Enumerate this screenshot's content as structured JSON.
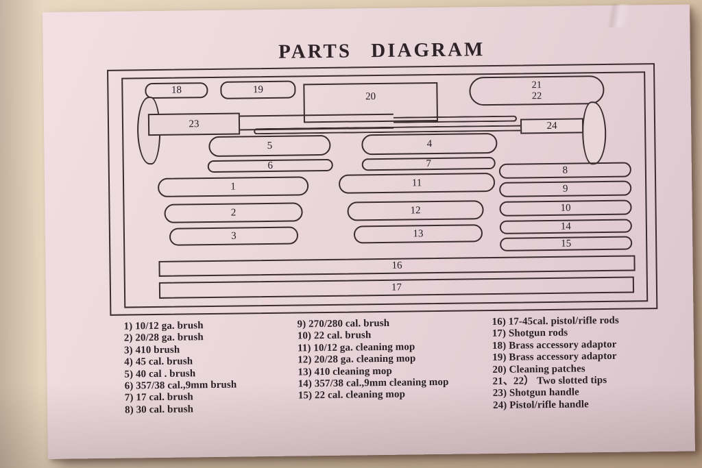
{
  "title": "PARTS  DIAGRAM",
  "diagram": {
    "labels": {
      "1": "1",
      "2": "2",
      "3": "3",
      "4": "4",
      "5": "5",
      "6": "6",
      "7": "7",
      "8": "8",
      "9": "9",
      "10": "10",
      "11": "11",
      "12": "12",
      "13": "13",
      "14": "14",
      "15": "15",
      "16": "16",
      "17": "17",
      "18": "18",
      "19": "19",
      "20": "20",
      "21": "21",
      "22": "22",
      "23": "23",
      "24": "24"
    }
  },
  "legend": {
    "columns": [
      {
        "items": [
          "1) 10/12 ga. brush",
          "2) 20/28 ga. brush",
          "3) 410  brush",
          "4) 45 cal. brush",
          "5) 40 cal . brush",
          "6) 357/38 cal.,9mm brush",
          "7) 17 cal. brush",
          "8) 30 cal. brush"
        ]
      },
      {
        "items": [
          "9) 270/280 cal. brush",
          "10) 22 cal. brush",
          "11) 10/12 ga. cleaning mop",
          "12) 20/28 ga. cleaning mop",
          "13) 410 cleaning mop",
          "14) 357/38 cal.,9mm cleaning mop",
          "15) 22 cal. cleaning mop"
        ]
      },
      {
        "items": [
          "16) 17-45cal. pistol/rifle rods",
          "17) Shotgun  rods",
          "18) Brass accessory adaptor",
          "19) Brass accessory adaptor",
          "20) Cleaning patches",
          "21、22） Two slotted tips",
          "23) Shotgun handle",
          "24) Pistol/rifle handle"
        ]
      }
    ]
  },
  "colors": {
    "paper": "#ead7db",
    "ink": "#3a2c2e",
    "surface": "#d8c3a6"
  }
}
